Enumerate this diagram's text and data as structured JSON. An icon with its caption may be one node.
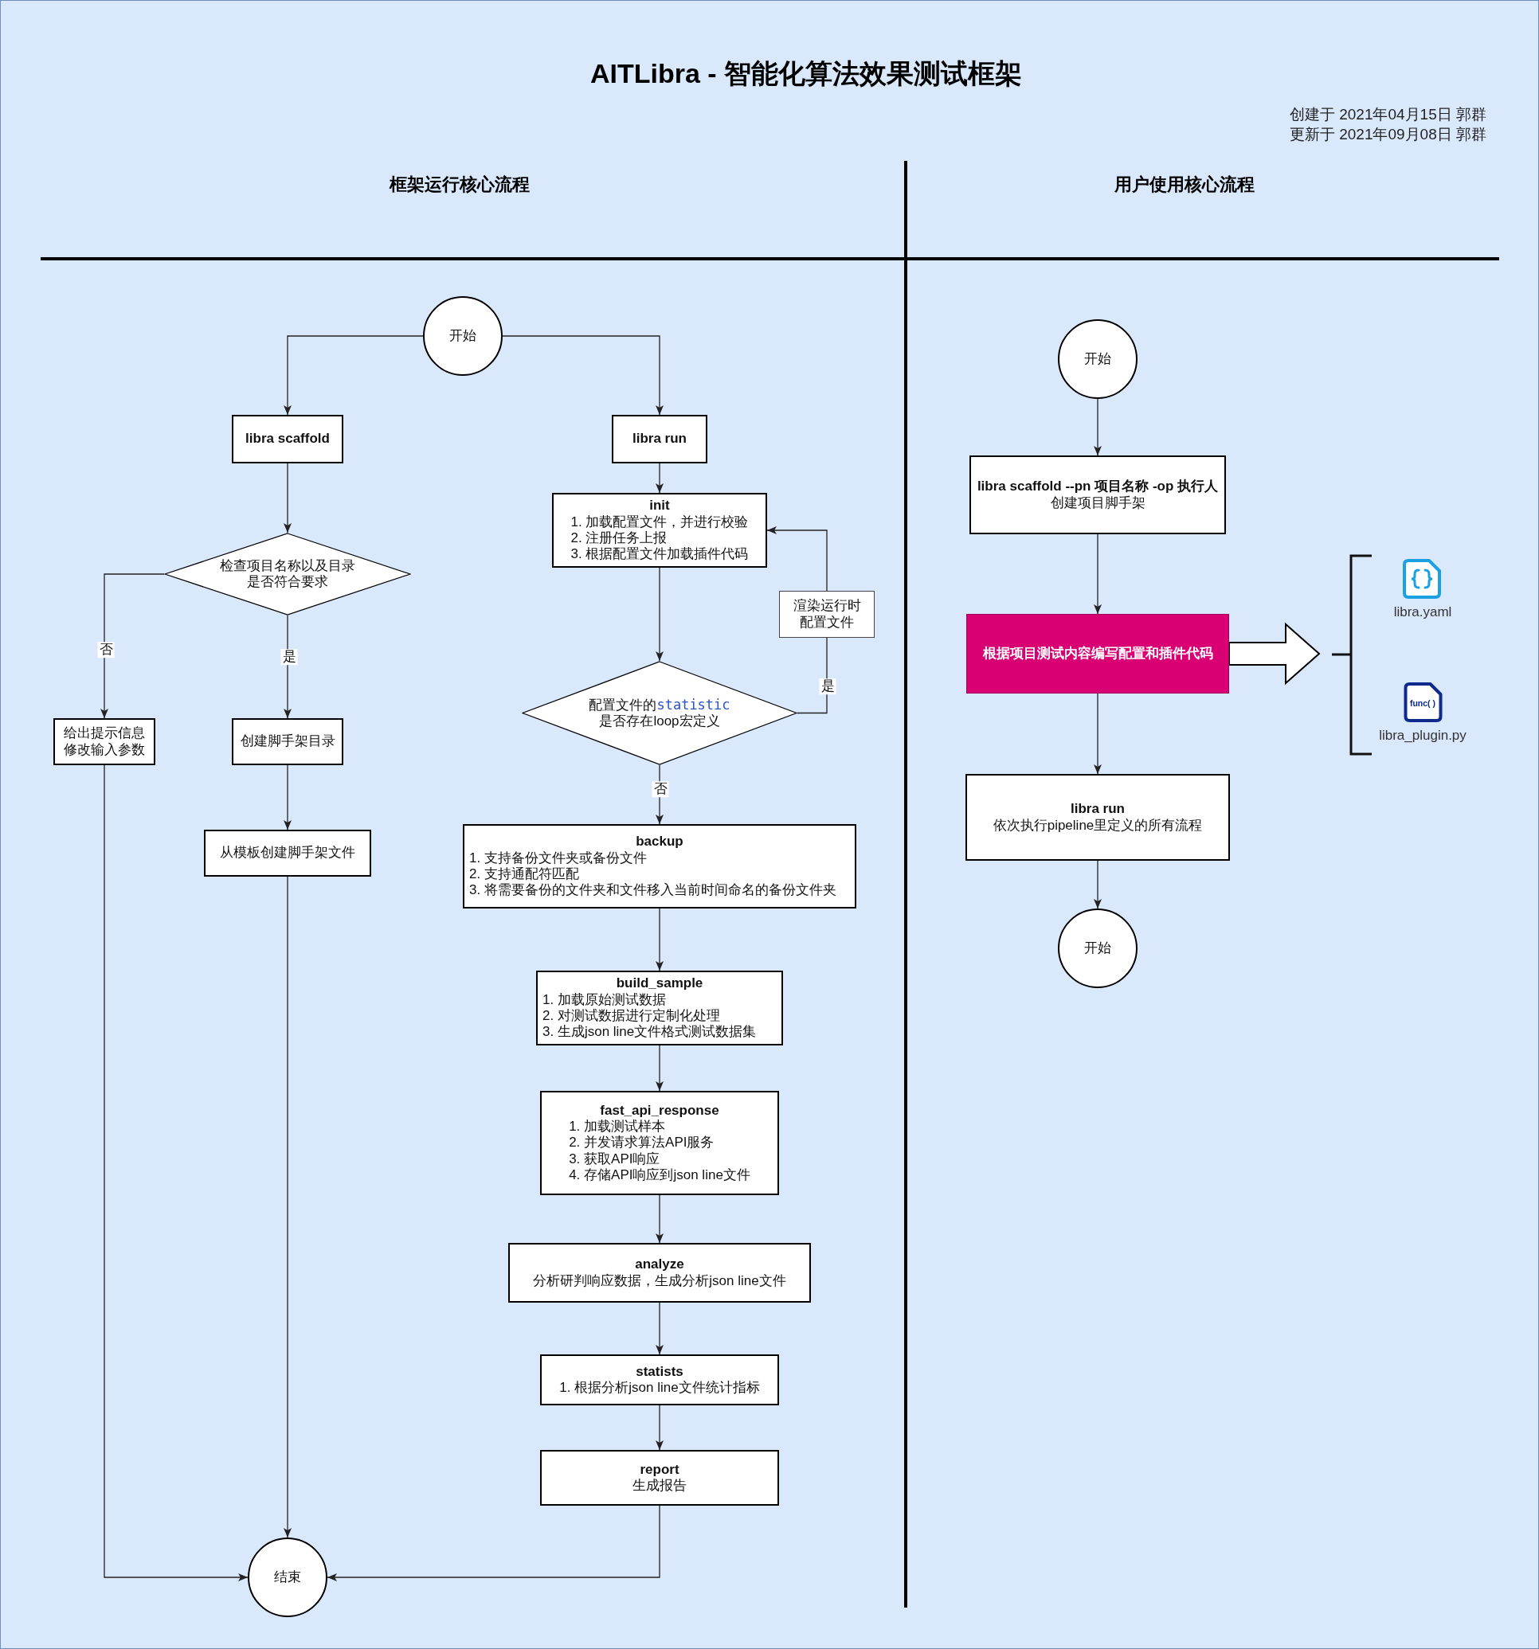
{
  "diagram": {
    "title": "AITLibra - 智能化算法效果测试框架",
    "nodes": [
      {
        "text": [
          "开始"
        ]
      },
      {
        "text": [
          "libra scaffold"
        ]
      },
      {
        "text": [
          "libra run"
        ]
      },
      {
        "text": [
          "init",
          "1. 加载配置文件，并进行校验",
          "2. 注册任务上报",
          "3. 根据配置文件加载插件代码"
        ]
      },
      {
        "text": [
          "检查项目名称以及目录是否符合要求"
        ]
      },
      {
        "text": [
          "渲染运行时配置文件"
        ]
      },
      {
        "text": [
          "配置文件的**statistic**是否存在loop宏定义"
        ]
      },
      {
        "text": [
          "给出提示信息修改输入参数"
        ]
      },
      {
        "text": [
          "创建脚手架目录"
        ]
      },
      {
        "text": [
          "从模板创建脚手架文件"
        ]
      },
      {
        "text": [
          "backup",
          "1. 支持备份文件夹或备份文件",
          "2. 支持通配符匹配",
          "3. 将需要备份的文件夹和文件移入当前时间命名的备份文件夹"
        ]
      },
      {
        "text": [
          "build_sample",
          "1. 加载原始测试数据",
          "2. 对测试数据进行定制化处理",
          "3. 生成json line文件格式测试数据集"
        ]
      },
      {
        "text": [
          "fast_api_response",
          "1. 加载测试样本",
          "2. 并发请求算法API服务",
          "3. 获取API响应",
          "4. 存储API响应到json line文件"
        ]
      },
      {
        "text": [
          "analyze",
          "分析研判响应数据，生成分析json line文件"
        ]
      },
      {
        "text": [
          "statists",
          "1. 根据分析json line文件统计指标"
        ]
      },
      {
        "text": [
          "report",
          "生成报告"
        ]
      },
      {
        "text": [
          "结束"
        ]
      },
      {
        "text": [
          "开始"
        ]
      },
      {
        "text": [
          "libra scaffold --pn 项目名称 -op 执行人",
          "创建项目脚手架"
        ]
      },
      {
        "text": [
          "根据项目测试内容编写配置和插件代码"
        ]
      },
      {
        "text": [
          "libra run",
          "依次执行pipeline里定义的所有流程"
        ]
      },
      {
        "text": [
          "开始"
        ]
      }
    ],
    "edges": [
      {
        "from": 0,
        "to": 1,
        "arrow": "to"
      },
      {
        "from": 0,
        "to": 2,
        "arrow": "to"
      },
      {
        "from": 1,
        "to": 4,
        "arrow": "to"
      },
      {
        "from": 2,
        "to": 3,
        "arrow": "to"
      },
      {
        "from": 4,
        "to": 7,
        "arrow": "to",
        "label": "否"
      },
      {
        "from": 4,
        "to": 8,
        "arrow": "to",
        "label": "是"
      },
      {
        "from": 3,
        "to": 6,
        "arrow": "to"
      },
      {
        "from": 6,
        "to": 5,
        "arrow": "none",
        "label": "是"
      },
      {
        "from": 5,
        "to": 3,
        "arrow": "to"
      },
      {
        "from": 6,
        "to": 10,
        "arrow": "to",
        "label": "否"
      },
      {
        "from": 8,
        "to": 9,
        "arrow": "to"
      },
      {
        "from": 9,
        "to": 16,
        "arrow": "to"
      },
      {
        "from": 7,
        "to": 16,
        "arrow": "to"
      },
      {
        "from": 10,
        "to": 11,
        "arrow": "to"
      },
      {
        "from": 11,
        "to": 12,
        "arrow": "to"
      },
      {
        "from": 12,
        "to": 13,
        "arrow": "to"
      },
      {
        "from": 13,
        "to": 14,
        "arrow": "to"
      },
      {
        "from": 14,
        "to": 15,
        "arrow": "to"
      },
      {
        "from": 15,
        "to": 16,
        "arrow": "to"
      },
      {
        "from": 17,
        "to": 18,
        "arrow": "to"
      },
      {
        "from": 18,
        "to": 19,
        "arrow": "to"
      },
      {
        "from": 19,
        "to": 20,
        "arrow": "to"
      },
      {
        "from": 20,
        "to": 21,
        "arrow": "to"
      },
      {
        "from": 19,
        "to": null,
        "arrow": "to",
        "style": "thick"
      }
    ],
    "labels": [
      "创建于 2021年04月15日 郭群",
      "更新于 2021年09月08日 郭群",
      "框架运行核心流程",
      "用户使用核心流程",
      "libra.yaml",
      "func( )",
      "libra_plugin.py"
    ]
  }
}
